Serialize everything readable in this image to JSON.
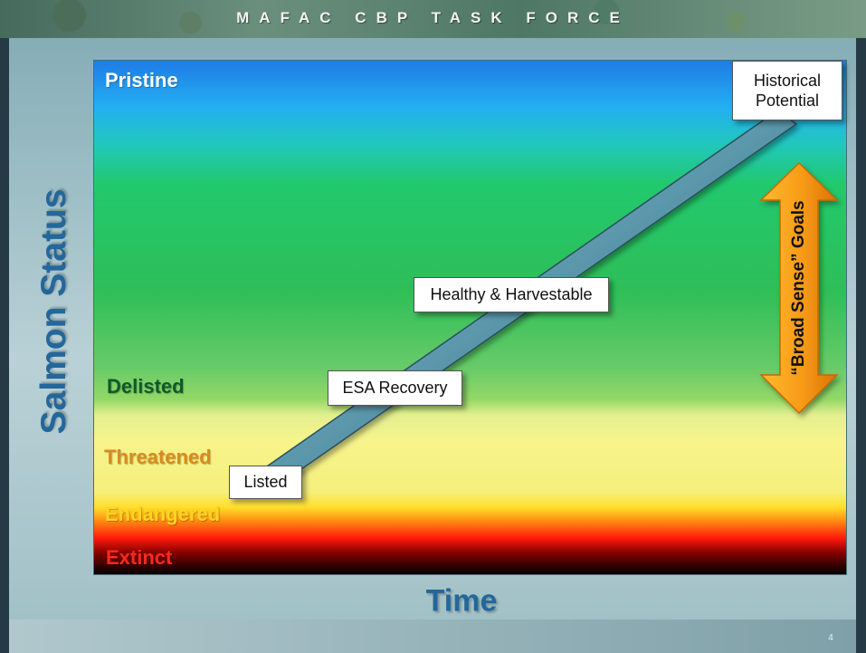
{
  "slide": {
    "banner_title": "MAFAC CBP TASK FORCE",
    "page_number": "4"
  },
  "diagram": {
    "y_axis_title": "Salmon Status",
    "x_axis_title": "Time",
    "levels": {
      "pristine": "Pristine",
      "delisted": "Delisted",
      "threatened": "Threatened",
      "endangered": "Endangered",
      "extinct": "Extinct"
    },
    "milestones": {
      "listed": "Listed",
      "esa_recovery": "ESA Recovery",
      "healthy_harvestable": "Healthy & Harvestable",
      "historical_potential": "Historical Potential"
    },
    "goals_arrow_label": "“Broad Sense” Goals",
    "colors": {
      "pristine_text": "#ffffff",
      "delisted_text": "#0f5a2c",
      "threatened_text": "#d98b1f",
      "endangered_text": "#ffd51d",
      "extinct_text": "#ff2a1a",
      "title_blue": "#23679b",
      "goals_arrow": "#f79a16",
      "trajectory_bar": "#5f9db0"
    }
  }
}
